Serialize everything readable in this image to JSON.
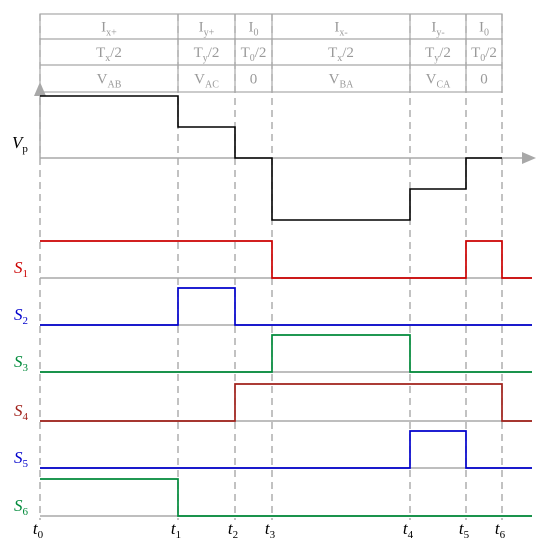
{
  "table": {
    "rows": [
      [
        {
          "main": "I",
          "sub": "x+"
        },
        {
          "main": "I",
          "sub": "y+"
        },
        {
          "main": "I",
          "sub": "0"
        },
        {
          "main": "I",
          "sub": "x-"
        },
        {
          "main": "I",
          "sub": "y-"
        },
        {
          "main": "I",
          "sub": "0"
        }
      ],
      [
        {
          "main": "T",
          "sub": "x",
          "tail": "/2"
        },
        {
          "main": "T",
          "sub": "y",
          "tail": "/2"
        },
        {
          "main": "T",
          "sub": "0",
          "tail": "/2"
        },
        {
          "main": "T",
          "sub": "x",
          "tail": "/2"
        },
        {
          "main": "T",
          "sub": "y",
          "tail": "/2"
        },
        {
          "main": "T",
          "sub": "0",
          "tail": "/2"
        }
      ],
      [
        {
          "main": "V",
          "sub": "AB"
        },
        {
          "main": "V",
          "sub": "AC"
        },
        {
          "main": "0",
          "sub": ""
        },
        {
          "main": "V",
          "sub": "BA"
        },
        {
          "main": "V",
          "sub": "CA"
        },
        {
          "main": "0",
          "sub": ""
        }
      ]
    ]
  },
  "vp": {
    "label": "V",
    "sub": "p",
    "levels": [
      2,
      1,
      0,
      -2,
      -1,
      0
    ]
  },
  "signals": [
    {
      "label": "S",
      "sub": "1",
      "color": "#cc0000",
      "values": [
        1,
        1,
        1,
        0,
        0,
        1
      ]
    },
    {
      "label": "S",
      "sub": "2",
      "color": "#0000cc",
      "values": [
        0,
        1,
        0,
        0,
        0,
        0
      ]
    },
    {
      "label": "S",
      "sub": "3",
      "color": "#008a3a",
      "values": [
        0,
        0,
        0,
        1,
        0,
        0
      ]
    },
    {
      "label": "S",
      "sub": "4",
      "color": "#a0201a",
      "values": [
        0,
        0,
        1,
        1,
        1,
        1
      ]
    },
    {
      "label": "S",
      "sub": "5",
      "color": "#0000cc",
      "values": [
        0,
        0,
        0,
        0,
        1,
        0
      ]
    },
    {
      "label": "S",
      "sub": "6",
      "color": "#008a3a",
      "values": [
        1,
        0,
        0,
        0,
        0,
        0
      ]
    }
  ],
  "time_labels": [
    {
      "main": "t",
      "sub": "0"
    },
    {
      "main": "t",
      "sub": "1"
    },
    {
      "main": "t",
      "sub": "2"
    },
    {
      "main": "t",
      "sub": "3"
    },
    {
      "main": "t",
      "sub": "4"
    },
    {
      "main": "t",
      "sub": "5"
    },
    {
      "main": "t",
      "sub": "6"
    }
  ]
}
